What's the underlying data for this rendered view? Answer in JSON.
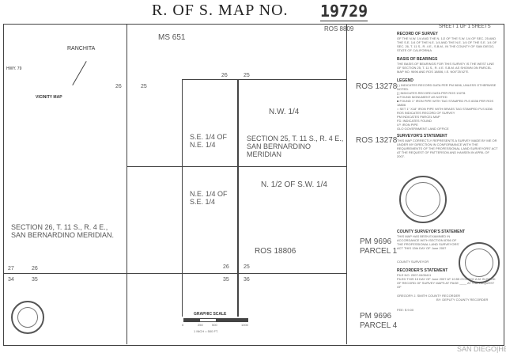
{
  "header": {
    "title": "R. OF S. MAP NO.",
    "map_no": "19729",
    "sheet": "SHEET 1 OF 1 SHEETS"
  },
  "map": {
    "labels": [
      "MS 651",
      "ROS 8809",
      "ROS 13278",
      "ROS 13278",
      "N.W. 1/4",
      "S.E. 1/4 OF N.E. 1/4",
      "SECTION 25, T. 11 S., R. 4 E., SAN BERNARDINO MERIDIAN",
      "N. 1/2 OF S.W. 1/4",
      "N.E. 1/4 OF S.E. 1/4",
      "SECTION 26, T. 11 S., R. 4 E., SAN BERNARDINO MERIDIAN.",
      "ROS 18806",
      "PM 9696",
      "PARCEL 1",
      "PM 9696",
      "PARCEL 4",
      "RANCHITA",
      "VICINITY MAP",
      "HWY. 79"
    ],
    "corners": [
      "26",
      "25",
      "26",
      "25",
      "27",
      "26",
      "34",
      "35",
      "26",
      "25",
      "35",
      "36"
    ],
    "scale": {
      "title": "GRAPHIC SCALE",
      "ticks": [
        "0",
        "250",
        "500",
        "1000"
      ],
      "note": "1 INCH = 500 FT."
    }
  },
  "notes": {
    "record_title": "RECORD OF SURVEY",
    "record_text": "OF THE N.W. 1/4 AND THE N. 1/2 OF THE S.W. 1/4 OF SEC. 25 AND THE S.E. 1/4 OF THE N.E. 1/4 AND THE N.E. 1/4 OF THE S.E. 1/4 OF SEC. 26, T. 11 S., R. 4 E., S.B.M., IN THE COUNTY OF SAN DIEGO, STATE OF CALIFORNIA",
    "basis_title": "BASIS OF BEARINGS",
    "basis_text": "THE BASIS OF BEARINGS FOR THIS SURVEY IS THE WEST LINE OF SECTION 25, T. 11 S., R. 4 E. S.B.M. AS SHOWN ON PARCEL MAP NO. 9696 AND ROS 18806, I.E. N00°25'42\"E.",
    "legend_title": "LEGEND",
    "legend": [
      "( ) INDICATES RECORD DATA PER PM 9696, UNLESS OTHERWISE NOTED.",
      "[ ] INDICATES RECORD DATA PER ROS 13278.",
      "● FOUND MONUMENT AS NOTED",
      "■ FOUND 1\" IRON PIPE WITH TAG STAMPED PLS 6336 PER ROS 18806",
      "○ SET 1\" X18\" IRON PIPE WITH BRASS TAG STAMPED PLS 6336",
      "ROS INDICATES RECORD OF SURVEY",
      "PM INDICATES PARCEL MAP",
      "FD. INDICATES FOUND",
      "I.P. IRON PIPE",
      "GLO GOVERNMENT LAND OFFICE"
    ],
    "surveyor_title": "SURVEYOR'S STATEMENT",
    "surveyor_text": "THIS MAP CORRECTLY REPRESENTS A SURVEY MADE BY ME OR UNDER MY DIRECTION IN CONFORMANCE WITH THE REQUIREMENTS OF THE PROFESSIONAL LAND SURVEYORS' ACT AT THE REQUEST OF PATTERSON AND HANSEN IN APRIL OF 2007.",
    "county_title": "COUNTY SURVEYOR'S STATEMENT",
    "county_text": "THIS MAP HAS BEEN EXAMINED IN ACCORDANCE WITH SECTION 8766 OF THE PROFESSIONAL LAND SURVEYORS' ACT THIS 13th DAY OF June 2007",
    "county_sig": "COUNTY SURVEYOR",
    "recorder_title": "RECORDER'S STATEMENT",
    "file_no": "FILE NO. 2007-0405411",
    "filed": "FILED THIS 15 DAY OF June 2007 AT 10:55 O'CLOCK A M. IN BOOK OF RECORD OF SURVEY MAPS AT PAGE ____ AT THE REQUEST OF",
    "recorder_name": "GREGORY J. SMITH COUNTY RECORDER",
    "deputy": "BY: DEPUTY COUNTY RECORDER",
    "fee": "FEE: $ 9.00"
  },
  "footer": {
    "watermark": "SAN DIEGO|HEA"
  }
}
